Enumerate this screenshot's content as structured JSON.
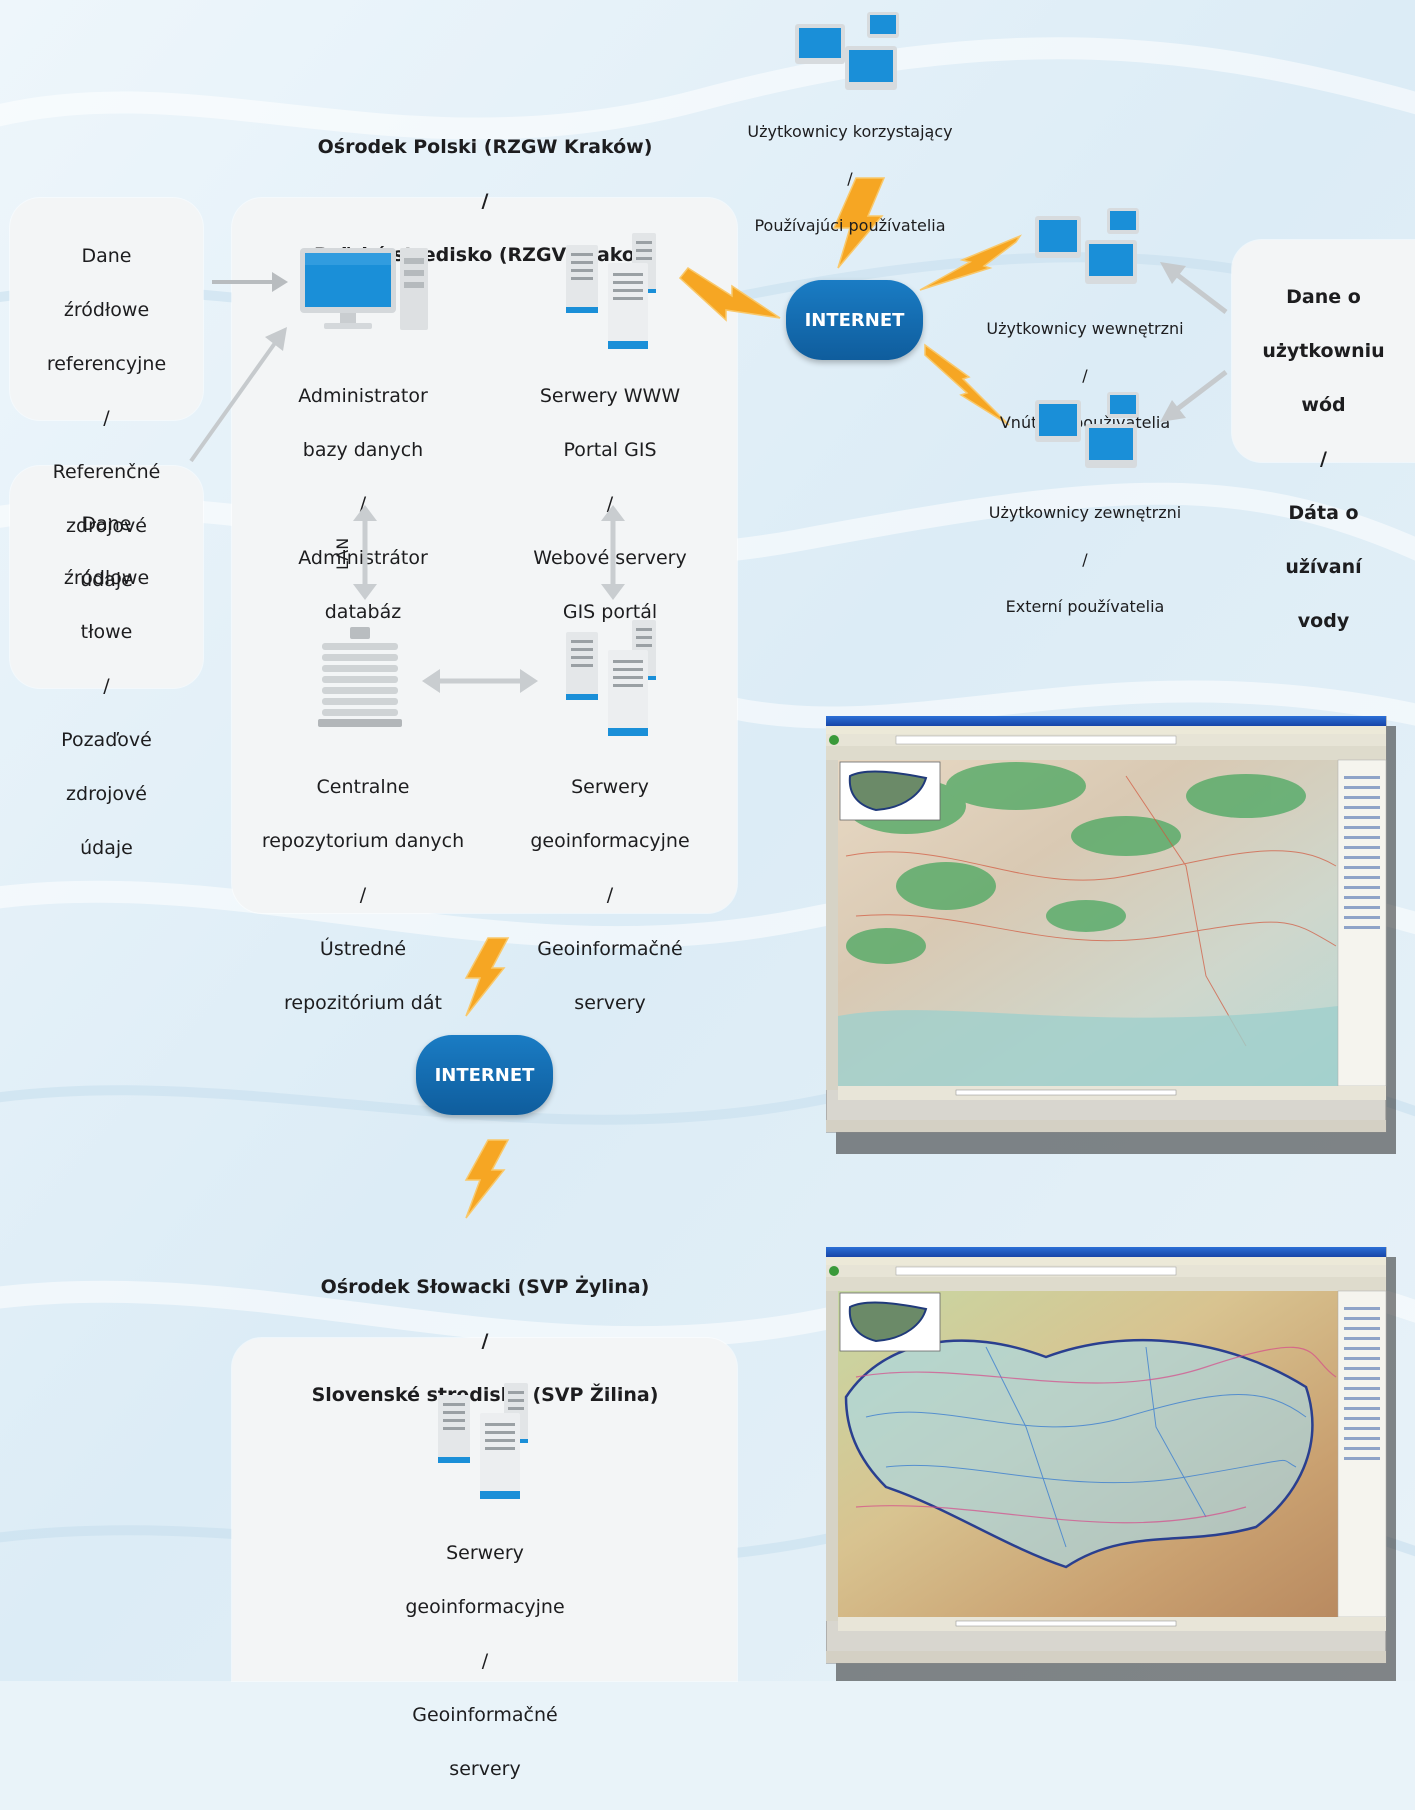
{
  "colors": {
    "internet_pill": "#1466ae",
    "lightning": "#f6a623",
    "monitor": "#1a8fd8",
    "panel": "#f3f5f6"
  },
  "polish_center": {
    "title_pl": "Ośrodek Polski (RZGW Kraków)",
    "separator": "/",
    "title_sk": "Poľské stredisko (RZGV Krakov)"
  },
  "slovak_center": {
    "title_pl": "Ośrodek Słowacki (SVP Żylina)",
    "separator": "/",
    "title_sk": "Slovenské stredisko (SVP Žilina)"
  },
  "source_ref": {
    "line1": "Dane",
    "line2": "źródłowe",
    "line3": "referencyjne",
    "sep": "/",
    "line4": "Referenčné",
    "line5": "zdrojové",
    "line6": "údaje"
  },
  "source_bg": {
    "line1": "Dane",
    "line2": "źródłowe",
    "line3": "tłowe",
    "sep": "/",
    "line4": "Pozaďové",
    "line5": "zdrojové",
    "line6": "údaje"
  },
  "db_admin": {
    "line1": "Administrator",
    "line2": "bazy danych",
    "sep": "/",
    "line3": "Administrátor",
    "line4": "databáz"
  },
  "www_servers": {
    "line1": "Serwery WWW",
    "line2": "Portal GIS",
    "sep": "/",
    "line3": "Webové servery",
    "line4": "GIS portál"
  },
  "central_repo": {
    "line1": "Centralne",
    "line2": "repozytorium danych",
    "sep": "/",
    "line3": "Ústredné",
    "line4": "repozitórium dát"
  },
  "geo_servers_pl": {
    "line1": "Serwery",
    "line2": "geoinformacyjne",
    "sep": "/",
    "line3": "Geoinformačné",
    "line4": "servery"
  },
  "geo_servers_sk": {
    "line1": "Serwery",
    "line2": "geoinformacyjne",
    "sep": "/",
    "line3": "Geoinformačné",
    "line4": "servery"
  },
  "lan_label": "LAN",
  "internet_top": "INTERNET",
  "internet_bottom": "INTERNET",
  "users_using": {
    "line1": "Użytkownicy korzystający",
    "sep": "/",
    "line2": "Používajúci používatelia"
  },
  "users_internal": {
    "line1": "Użytkownicy wewnętrzni",
    "sep": "/",
    "line2": "Vnútorní používatelia"
  },
  "users_external": {
    "line1": "Użytkownicy zewnętrzni",
    "sep": "/",
    "line2": "Externí používatelia"
  },
  "water_use": {
    "line1": "Dane o",
    "line2": "użytkowniu",
    "line3": "wód",
    "sep": "/",
    "line4": "Dáta o",
    "line5": "užívaní",
    "line6": "vody"
  }
}
